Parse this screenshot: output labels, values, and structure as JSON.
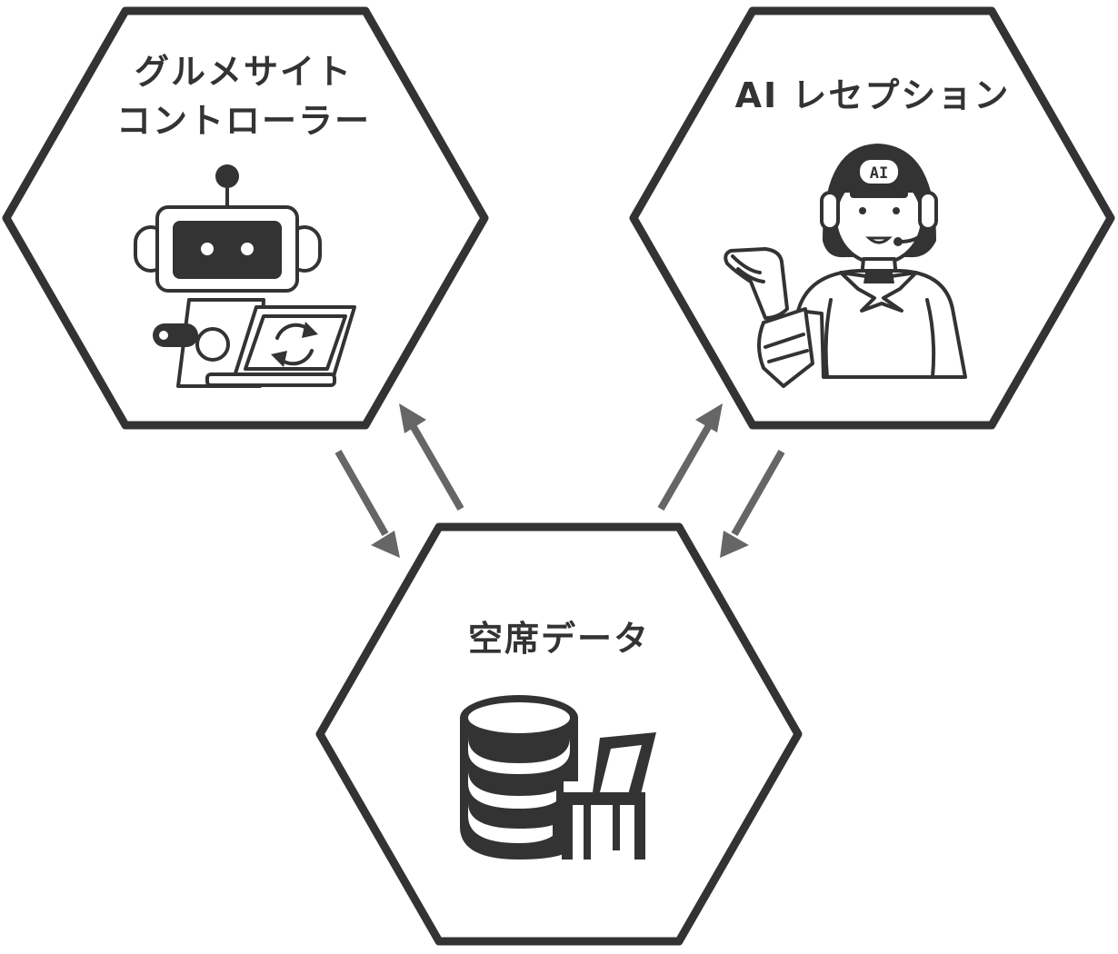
{
  "nodes": {
    "gourmet_controller": {
      "label_line1": "グルメサイト",
      "label_line2": "コントローラー",
      "icon": "robot-laptop-sync-icon"
    },
    "ai_reception": {
      "label": "AI レセプション",
      "icon_badge": "AI",
      "icon": "receptionist-headset-icon"
    },
    "vacancy_data": {
      "label": "空席データ",
      "icon": "database-chair-icon"
    }
  },
  "connections": [
    {
      "from": "グルメサイト コントローラー",
      "to": "空席データ"
    },
    {
      "from": "空席データ",
      "to": "グルメサイト コントローラー"
    },
    {
      "from": "空席データ",
      "to": "AI レセプション"
    },
    {
      "from": "AI レセプション",
      "to": "空席データ"
    }
  ],
  "colors": {
    "stroke": "#333333",
    "arrow": "#666666",
    "background": "#ffffff"
  }
}
